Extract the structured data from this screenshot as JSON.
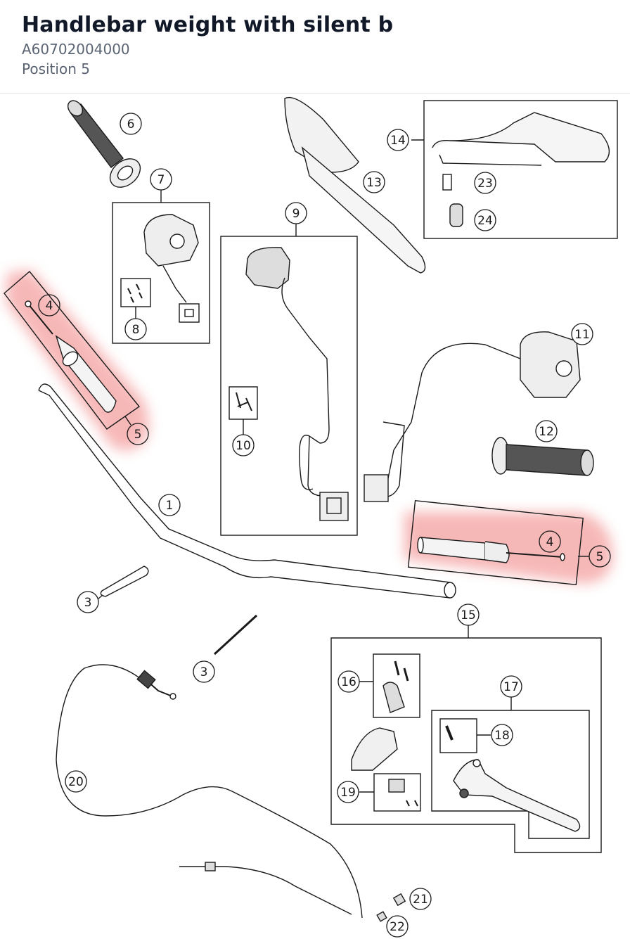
{
  "header": {
    "title": "Handlebar weight with silent b",
    "part_number": "A60702004000",
    "position": "Position 5"
  },
  "diagram": {
    "highlight_color": "#f4a0a0",
    "callouts": {
      "c1": "1",
      "c3a": "3",
      "c3b": "3",
      "c4a": "4",
      "c4b": "4",
      "c5a": "5",
      "c5b": "5",
      "c6": "6",
      "c7": "7",
      "c8": "8",
      "c9": "9",
      "c10": "10",
      "c11": "11",
      "c12": "12",
      "c13": "13",
      "c14": "14",
      "c15": "15",
      "c16": "16",
      "c17": "17",
      "c18": "18",
      "c19": "19",
      "c20": "20",
      "c21": "21",
      "c22": "22",
      "c23": "23",
      "c24": "24"
    }
  }
}
